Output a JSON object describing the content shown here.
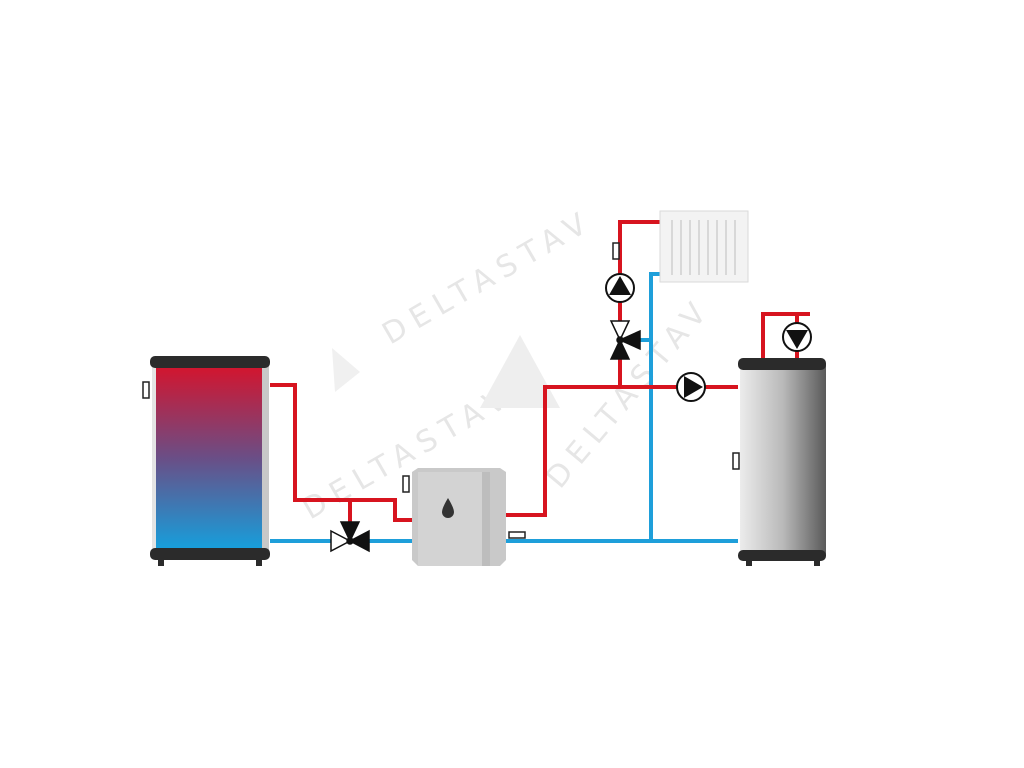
{
  "diagram": {
    "watermark": "DELTASTAV",
    "colors": {
      "hot_pipe": "#d7141f",
      "cold_pipe": "#1e9fda",
      "tank_top": "#d8122a",
      "tank_bottom": "#1ba0dd",
      "cap": "#2b2b2b",
      "boiler": "#c9c9c9"
    },
    "components": [
      "buffer-tank",
      "three-way-valve-1",
      "boiler",
      "radiator",
      "circulation-pump-radiator",
      "three-way-valve-2",
      "circulation-pump-main",
      "hot-water-tank",
      "circulation-pump-dhw"
    ]
  }
}
